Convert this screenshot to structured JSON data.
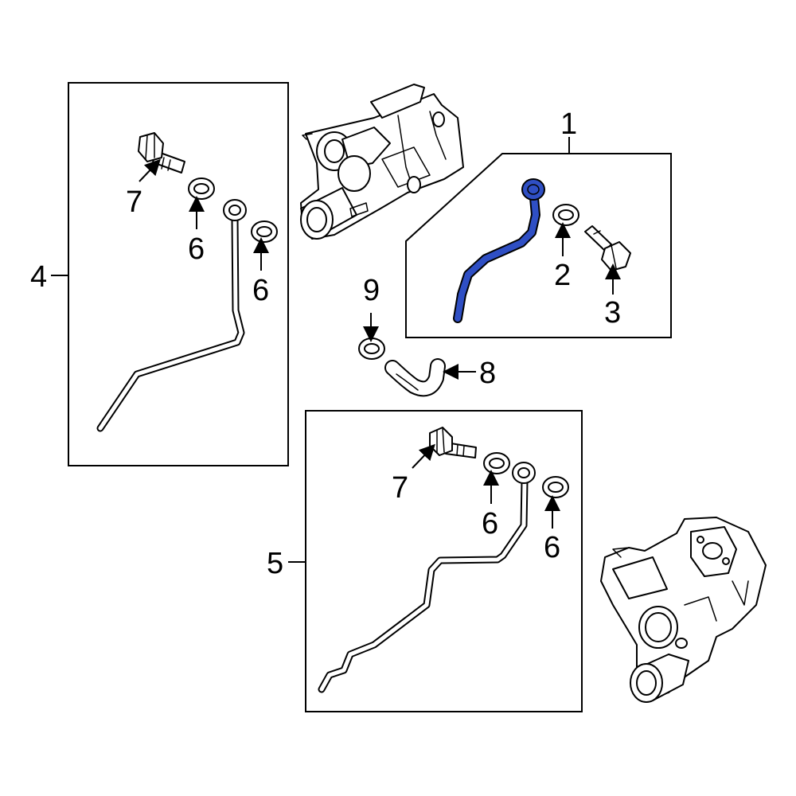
{
  "colors": {
    "highlight": "#2f4fc4",
    "line": "#000000",
    "background": "#ffffff"
  },
  "callouts": {
    "c1": "1",
    "c2": "2",
    "c3": "3",
    "c4": "4",
    "c5": "5",
    "c6a": "6",
    "c6b": "6",
    "c6c": "6",
    "c6d": "6",
    "c7a": "7",
    "c7b": "7",
    "c8": "8",
    "c9": "9"
  }
}
